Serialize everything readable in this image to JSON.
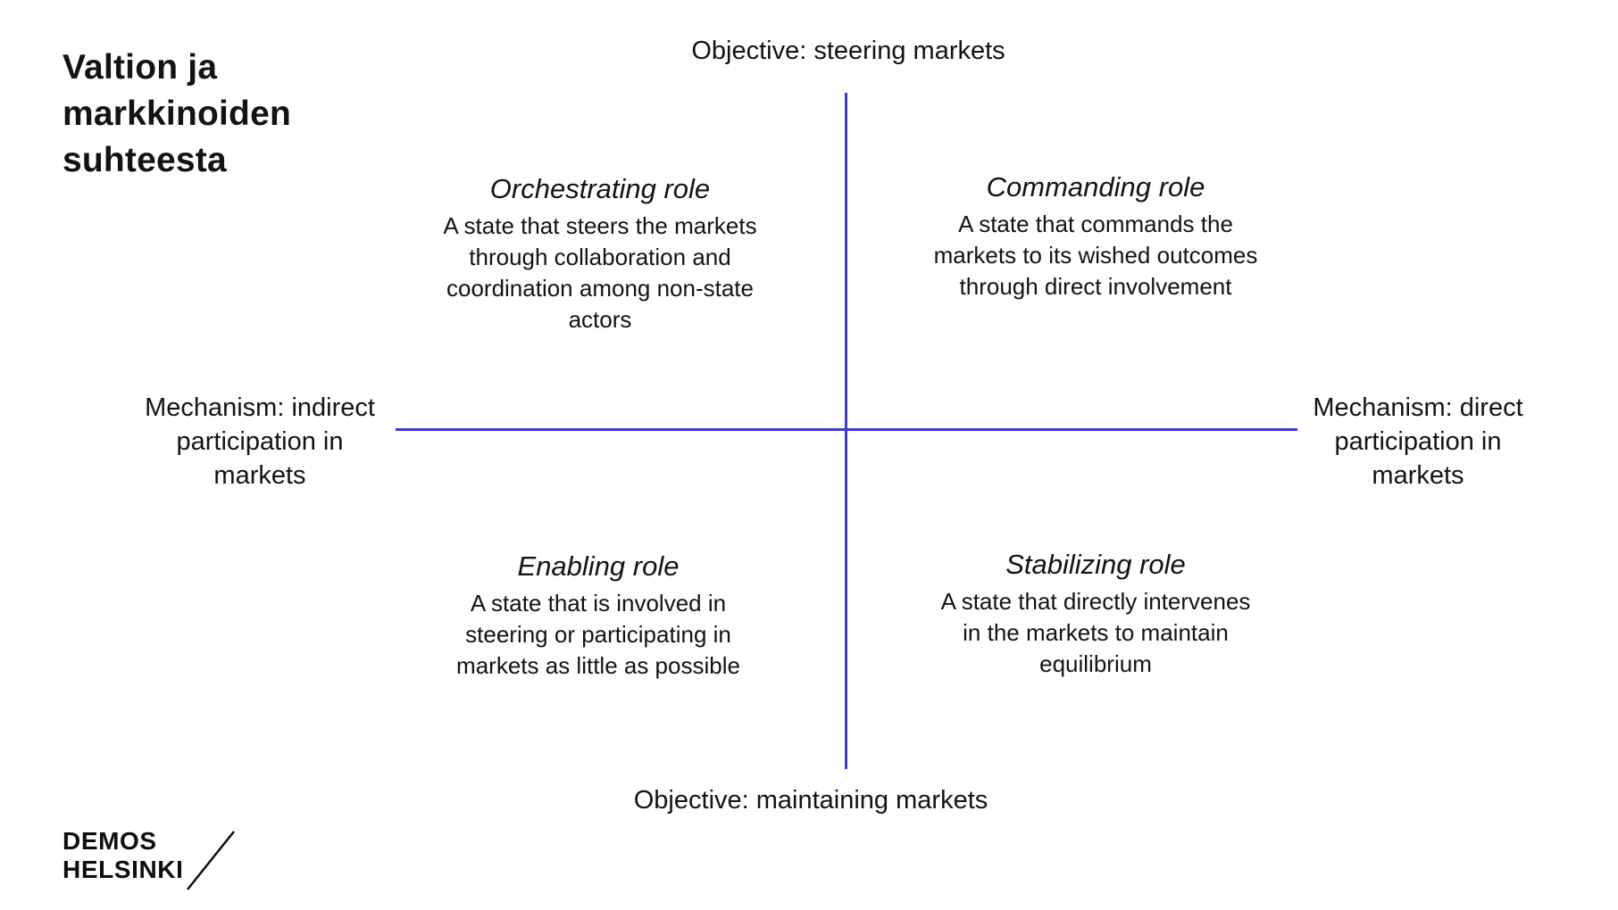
{
  "title": "Valtion ja\nmarkkinoiden\nsuhteesta",
  "axes": {
    "top": "Objective: steering markets",
    "bottom": "Objective: maintaining markets",
    "left": "Mechanism: indirect\nparticipation in\nmarkets",
    "right": "Mechanism: direct\nparticipation in\nmarkets"
  },
  "quadrants": {
    "top_left": {
      "heading": "Orchestrating role",
      "description": "A state that steers the markets\nthrough collaboration and\ncoordination among non-state\nactors"
    },
    "top_right": {
      "heading": "Commanding role",
      "description": "A state that commands the\nmarkets to its wished outcomes\nthrough direct involvement"
    },
    "bottom_left": {
      "heading": "Enabling role",
      "description": "A state that is involved in\nsteering or participating in\nmarkets as little as possible"
    },
    "bottom_right": {
      "heading": "Stabilizing role",
      "description": "A state that directly intervenes\nin the markets to maintain\nequilibrium"
    }
  },
  "logo": {
    "line1": "DEMOS",
    "line2": "HELSINKI"
  },
  "colors": {
    "background": "#FFFFFF",
    "text": "#131313",
    "axis_line": "#3F38D4"
  }
}
